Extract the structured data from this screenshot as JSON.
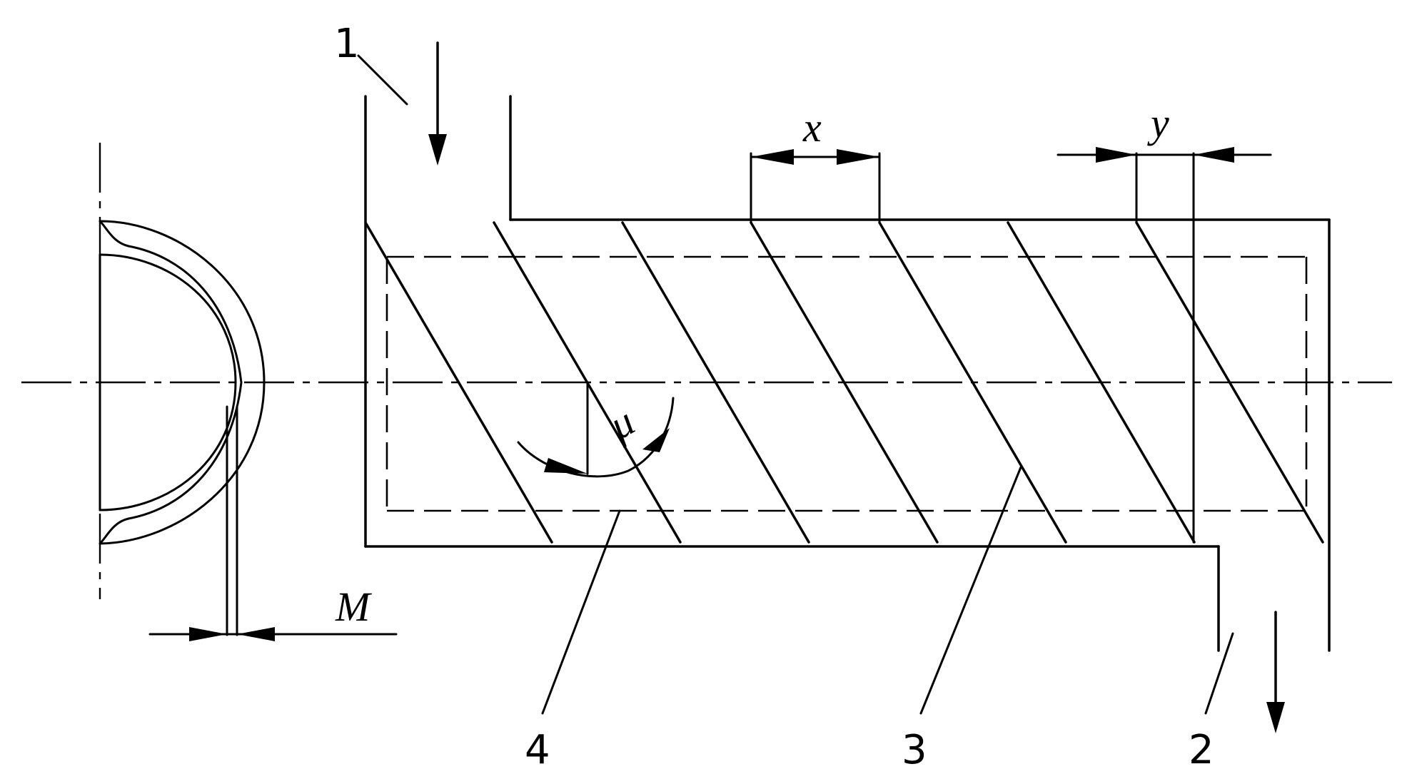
{
  "labels": {
    "part_1": "1",
    "part_2": "2",
    "part_3": "3",
    "part_4": "4",
    "dim_x": "x",
    "dim_y": "y",
    "dim_M": "M",
    "angle_mu": "μ"
  }
}
